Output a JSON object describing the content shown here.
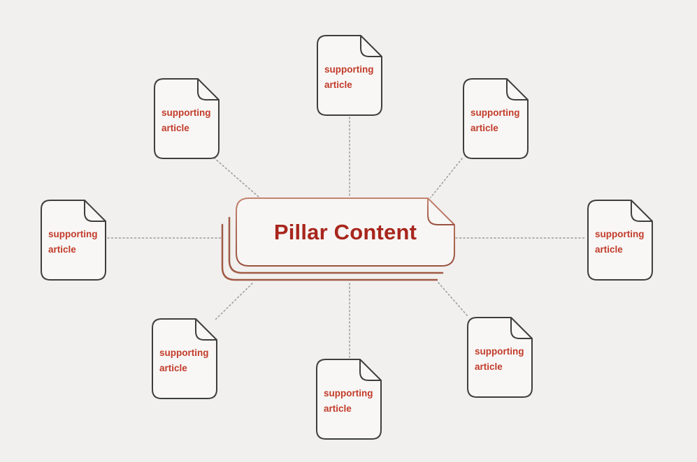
{
  "diagram": {
    "type": "hub-and-spoke",
    "center": {
      "label": "Pillar Content"
    },
    "articles": [
      {
        "id": "top-center",
        "label": "supporting article"
      },
      {
        "id": "top-left",
        "label": "supporting article"
      },
      {
        "id": "top-right",
        "label": "supporting article"
      },
      {
        "id": "left",
        "label": "supporting article"
      },
      {
        "id": "right",
        "label": "supporting article"
      },
      {
        "id": "bottom-left",
        "label": "supporting article"
      },
      {
        "id": "bottom-center",
        "label": "supporting article"
      },
      {
        "id": "bottom-right",
        "label": "supporting article"
      }
    ],
    "colors": {
      "background": "#f1f0ee",
      "page_fill": "#f8f7f5",
      "page_stroke": "#3e3e3e",
      "article_label_red": "#c23b2a",
      "title_red": "#a8261d",
      "card_border_light": "#c4836e",
      "card_border_dark": "#9b5240",
      "card_stack": "#a05a46",
      "connector_gray": "#9a9a9a"
    }
  }
}
